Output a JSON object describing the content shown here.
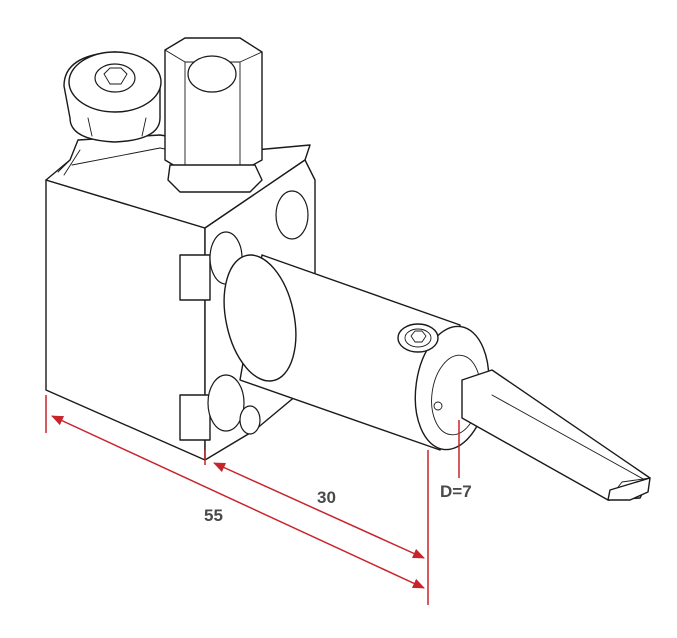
{
  "dimensions": {
    "overall_length": "55",
    "shank_length": "30",
    "diameter": "D=7"
  },
  "colors": {
    "dimension_line": "#c8242b",
    "outline": "#1a1a1a",
    "label_text": "#4a4a4a"
  }
}
